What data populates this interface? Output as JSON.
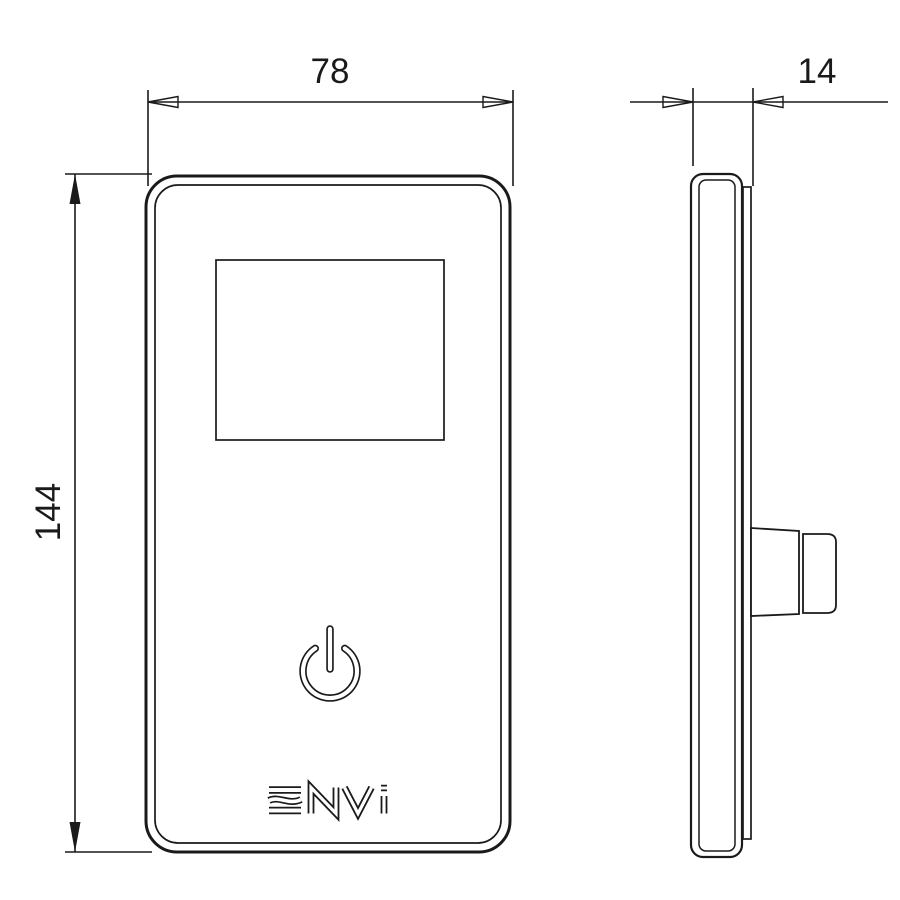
{
  "drawing": {
    "background_color": "#ffffff",
    "line_color": "#1a1a1a",
    "dimensions": {
      "width_label": "78",
      "depth_label": "14",
      "height_label": "144"
    },
    "front_view": {
      "logo_text": "ENVi",
      "power_icon_name": "power-icon"
    }
  }
}
